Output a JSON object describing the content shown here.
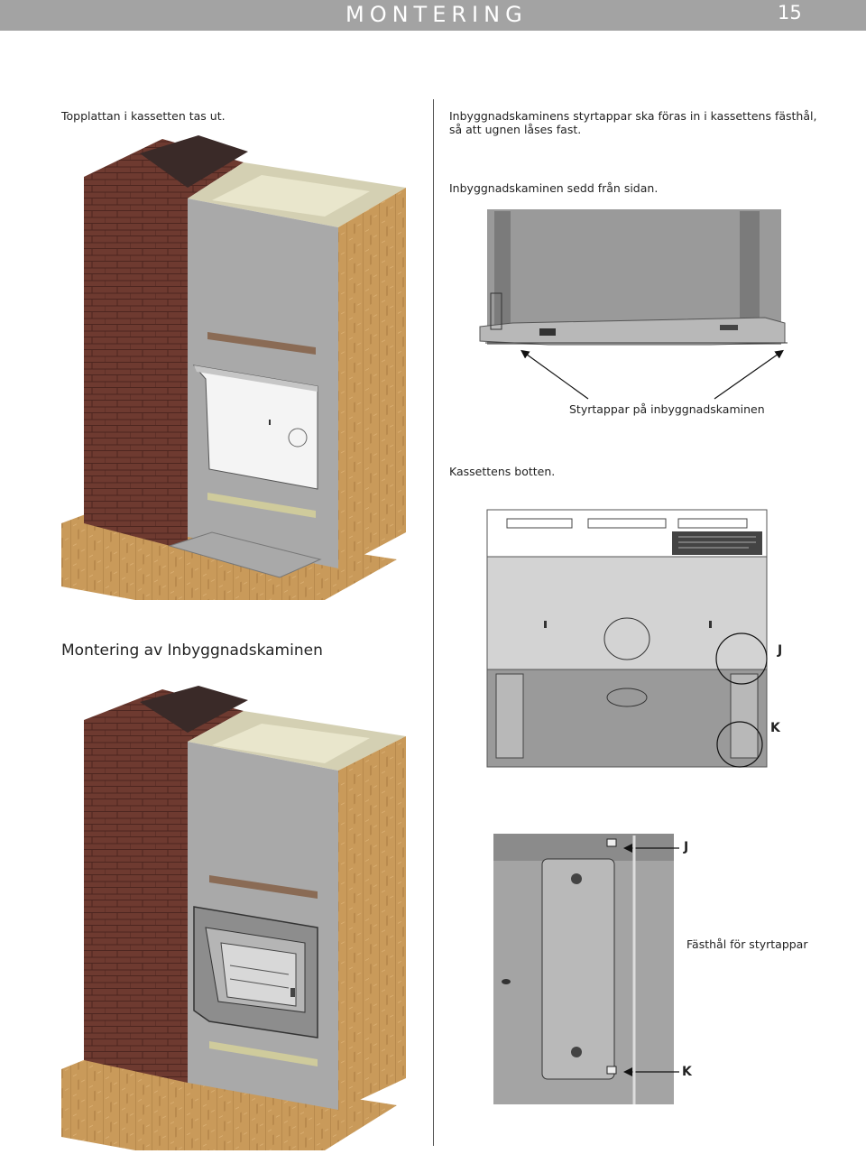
{
  "header": {
    "title": "MONTERING",
    "page_number": "15"
  },
  "left": {
    "caption_top": "Topplattan i kassetten tas ut.",
    "section_heading": "Montering av Inbyggnadskaminen"
  },
  "right": {
    "caption_insert": "Inbyggnadskaminens styrtappar ska föras in i kassettens fästhål, så att ugnen låses fast.",
    "caption_side": "Inbyggnadskaminen sedd från sidan.",
    "pins_label": "Styrtappar på inbyggnadskaminen",
    "caption_bottom": "Kassettens botten.",
    "marker_j": "J",
    "marker_k": "K",
    "detail_label": "Fästhål för styrtappar"
  },
  "colors": {
    "header_bg": "#a3a3a3",
    "brick": "#6e3a30",
    "panel": "#a9a9a9",
    "wood": "#c99a5a",
    "steel": "#8d8d8d"
  }
}
